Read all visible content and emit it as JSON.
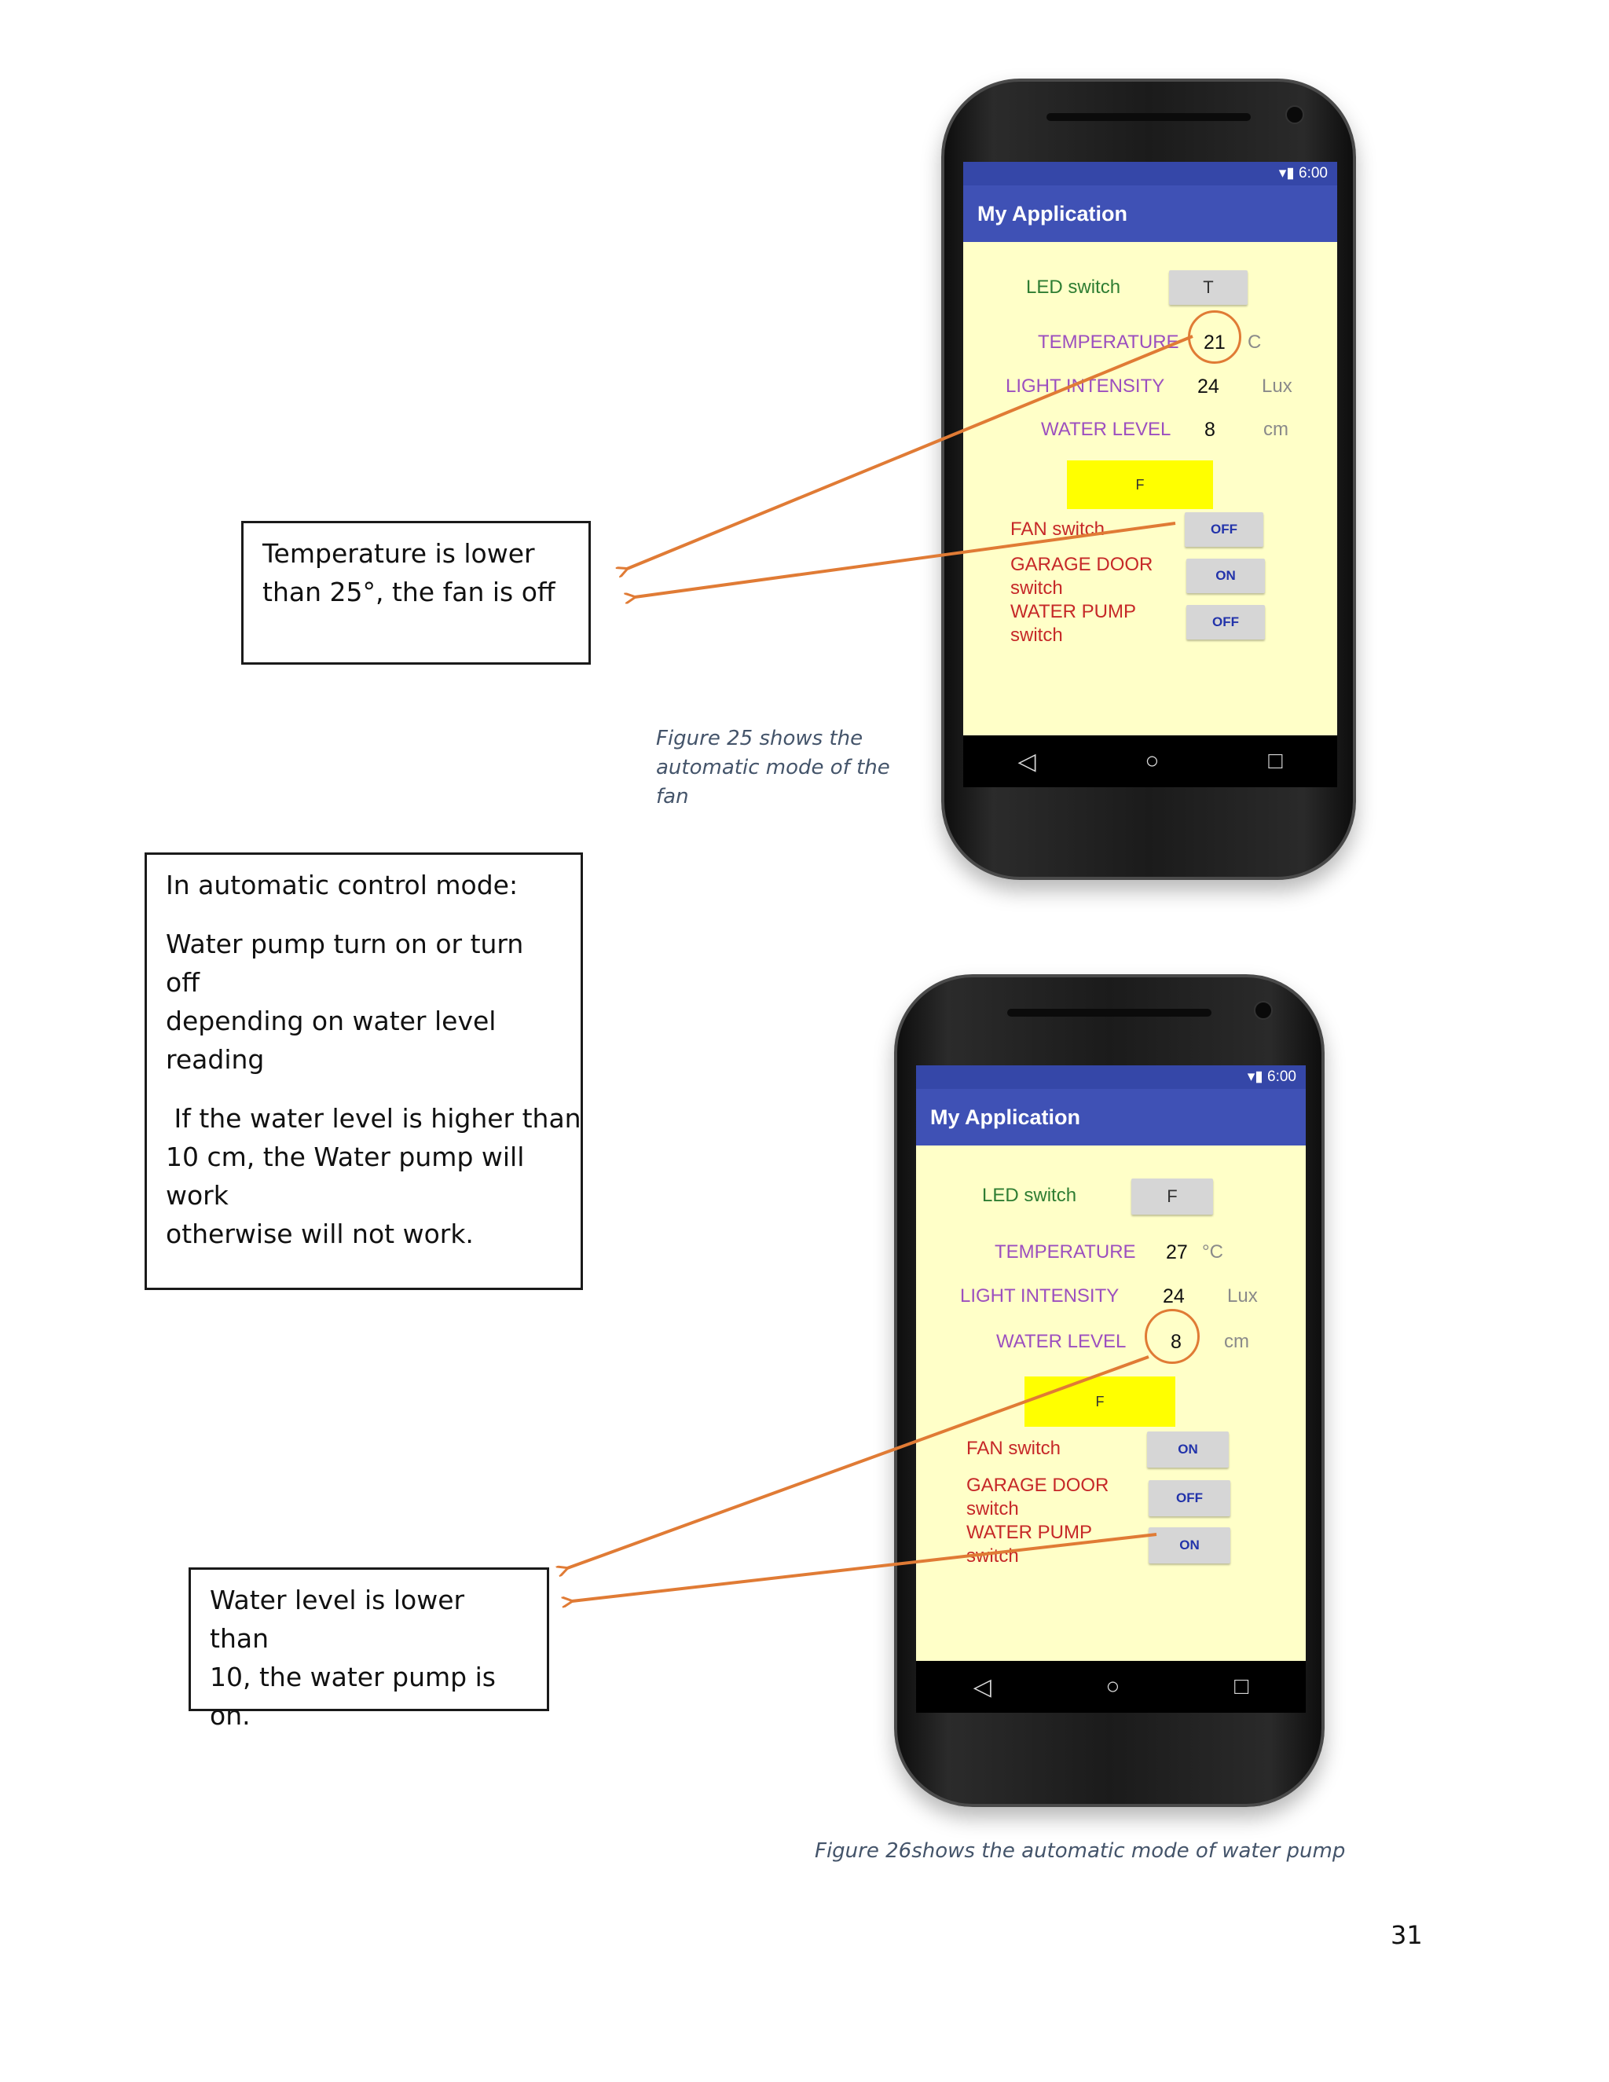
{
  "callout_fan": {
    "line1": "Temperature is lower",
    "line2": "than 25°, the fan is off"
  },
  "figure25_caption": {
    "line1": "Figure 25 shows the",
    "line2": "automatic mode of the",
    "line3": "fan"
  },
  "callout_auto": {
    "p1": "In automatic control mode:",
    "p2_line1": "Water pump turn on or turn off",
    "p2_line2": "depending on water level reading",
    "p3_line1": " If the water level is higher than",
    "p3_line2": "10 cm, the Water pump will work",
    "p3_line3": "otherwise will not work."
  },
  "callout_pump": {
    "line1": "Water level is lower than",
    "line2": "10, the water pump is on."
  },
  "figure26_caption": "Figure 26shows the automatic mode of water pump",
  "page_number": "31",
  "accent_color": "#e07b35",
  "phone1": {
    "status_time": "6:00",
    "app_title": "My Application",
    "led_label": "LED switch",
    "led_value": "T",
    "temp_label": "TEMPERATURE",
    "temp_value": "21",
    "temp_unit": "C",
    "light_label": "LIGHT INTENSITY",
    "light_value": "24",
    "light_unit": "Lux",
    "water_label": "WATER LEVEL",
    "water_value": "8",
    "water_unit": "cm",
    "mode_button": "F",
    "fan_label": "FAN switch",
    "fan_state": "OFF",
    "garage_label_1": "GARAGE DOOR",
    "garage_label_2": "switch",
    "garage_state": "ON",
    "pump_label_1": "WATER PUMP",
    "pump_label_2": "switch",
    "pump_state": "OFF",
    "nav_back": "◁",
    "nav_home": "○",
    "nav_recent": "□"
  },
  "phone2": {
    "status_time": "6:00",
    "app_title": "My Application",
    "led_label": "LED switch",
    "led_value": "F",
    "temp_label": "TEMPERATURE",
    "temp_value": "27",
    "temp_unit": "°C",
    "light_label": "LIGHT INTENSITY",
    "light_value": "24",
    "light_unit": "Lux",
    "water_label": "WATER LEVEL",
    "water_value": "8",
    "water_unit": "cm",
    "mode_button": "F",
    "fan_label": "FAN switch",
    "fan_state": "ON",
    "garage_label_1": "GARAGE DOOR",
    "garage_label_2": "switch",
    "garage_state": "OFF",
    "pump_label_1": "WATER PUMP",
    "pump_label_2": "switch",
    "pump_state": "ON",
    "nav_back": "◁",
    "nav_home": "○",
    "nav_recent": "□"
  }
}
